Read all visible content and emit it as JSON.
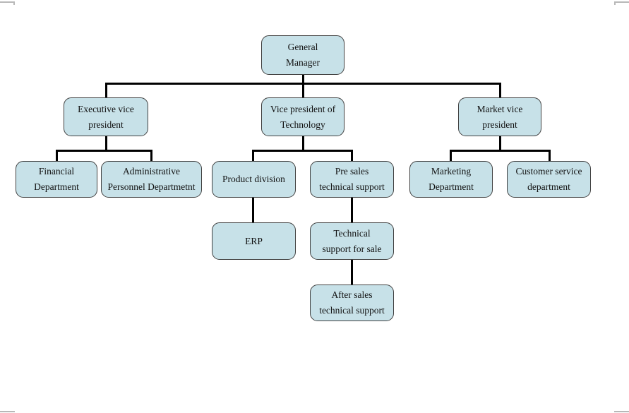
{
  "page": {
    "background_color": "#ffffff",
    "corner_mark_color": "#b8b8b8"
  },
  "diagram": {
    "type": "org-chart",
    "box_fill_color": "#c7e1e8",
    "box_border_color": "#404040",
    "connector_color": "#000000",
    "nodes": {
      "general_manager": {
        "lines": [
          "General",
          "Manager"
        ]
      },
      "executive_vp": {
        "lines": [
          "Executive vice",
          "president"
        ]
      },
      "vp_technology": {
        "lines": [
          "Vice president of",
          "Technology"
        ]
      },
      "market_vp": {
        "lines": [
          "Market vice",
          "president"
        ]
      },
      "financial": {
        "lines": [
          "Financial",
          "Department"
        ]
      },
      "admin_personnel": {
        "lines": [
          "Administrative",
          "Personnel Departmetnt"
        ]
      },
      "product_division": {
        "lines": [
          "Product division"
        ]
      },
      "pre_sales": {
        "lines": [
          "Pre sales",
          "technical support"
        ]
      },
      "marketing": {
        "lines": [
          "Marketing",
          "Department"
        ]
      },
      "customer_service": {
        "lines": [
          "Customer service",
          "department"
        ]
      },
      "erp": {
        "lines": [
          "ERP"
        ]
      },
      "tech_support_sale": {
        "lines": [
          "Technical",
          "support for sale"
        ]
      },
      "after_sales": {
        "lines": [
          "After sales",
          "technical support"
        ]
      }
    },
    "hierarchy": [
      {
        "parent": "General Manager",
        "children": [
          "Executive vice president",
          "Vice president of Technology",
          "Market vice president"
        ]
      },
      {
        "parent": "Executive vice president",
        "children": [
          "Financial Department",
          "Administrative Personnel Departmetnt"
        ]
      },
      {
        "parent": "Vice president of Technology",
        "children": [
          "Product division",
          "Pre sales technical support"
        ]
      },
      {
        "parent": "Market vice president",
        "children": [
          "Marketing Department",
          "Customer service department"
        ]
      },
      {
        "parent": "Product division",
        "children": [
          "ERP"
        ]
      },
      {
        "parent": "Pre sales technical support",
        "children": [
          "Technical support for sale"
        ]
      },
      {
        "parent": "Technical support for sale",
        "children": [
          "After sales technical support"
        ]
      }
    ]
  }
}
